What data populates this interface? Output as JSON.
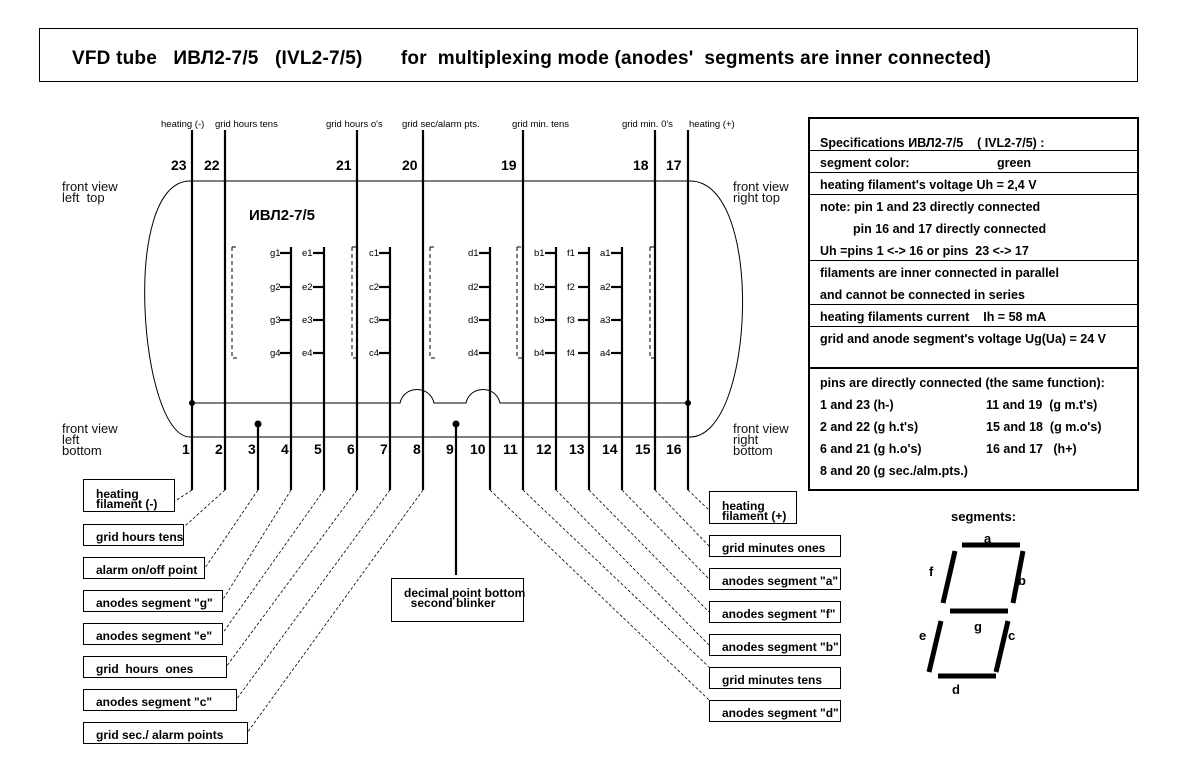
{
  "title": "VFD tube   ИВЛ2-7/5   (IVL2-7/5)       for  multiplexing mode (anodes'  segments are inner connected)",
  "tube_name": "ИВЛ2-7/5",
  "views": {
    "front_left_top": "front view\nleft  top",
    "front_right_top": "front view\nright top",
    "front_left_bottom": "front view\nleft\nbottom",
    "front_right_bottom": "front view\nright\nbottom"
  },
  "top_lead_labels": {
    "heating_minus": "heating (-)",
    "grid_hours_tens": "grid hours tens",
    "grid_hours_ones": "grid hours o's",
    "grid_sec_alarm": "grid sec/alarm pts.",
    "grid_min_tens": "grid min. tens",
    "grid_min_ones": "grid min. 0's",
    "heating_plus": "heating (+)"
  },
  "top_pins": [
    "23",
    "22",
    "21",
    "20",
    "19",
    "18",
    "17"
  ],
  "bottom_pins": [
    "1",
    "2",
    "3",
    "4",
    "5",
    "6",
    "7",
    "8",
    "9",
    "10",
    "11",
    "12",
    "13",
    "14",
    "15",
    "16"
  ],
  "segment_labels": {
    "col_g": [
      "g1",
      "g2",
      "g3",
      "g4"
    ],
    "col_e": [
      "e1",
      "e2",
      "e3",
      "e4"
    ],
    "col_c": [
      "c1",
      "c2",
      "c3",
      "c4"
    ],
    "col_d": [
      "d1",
      "d2",
      "d3",
      "d4"
    ],
    "col_b": [
      "b1",
      "b2",
      "b3",
      "b4"
    ],
    "col_f": [
      "f1",
      "f2",
      "f3",
      "f4"
    ],
    "col_a": [
      "a1",
      "a2",
      "a3",
      "a4"
    ]
  },
  "specs": {
    "header": "Specifications ИВЛ2-7/5    ( IVL2-7/5) :",
    "segment_color_label": "segment color:",
    "segment_color_value": "green",
    "heating_voltage": "heating filament's voltage Uh = 2,4 V",
    "note_1": "note: pin 1 and 23 directly connected",
    "note_2": "pin 16 and 17 directly connected",
    "note_3": "Uh =pins 1 <-> 16 or pins  23 <-> 17",
    "parallel_1": "filaments are inner connected in parallel",
    "parallel_2": "and cannot be connected in series",
    "heating_current": "heating filaments current    Ih = 58 mA",
    "grid_voltage": "grid and anode segment's voltage Ug(Ua) = 24 V",
    "pins_header": "pins are directly connected (the same function):",
    "pairs": [
      "1 and 23 (h-)",
      "11 and 19  (g m.t's)",
      "2 and 22 (g h.t's)",
      "15 and 18  (g m.o's)",
      "6 and 21 (g h.o's)",
      "16 and 17   (h+)",
      "8 and 20 (g sec./alm.pts.)"
    ]
  },
  "left_boxes": [
    "heating\nfilament (-)",
    "grid hours tens",
    "alarm on/off point",
    "anodes segment \"g\"",
    "anodes segment \"e\"",
    "grid  hours  ones",
    "anodes segment \"c\"",
    "grid sec./ alarm points"
  ],
  "center_box": "decimal point bottom\n  second blinker",
  "right_boxes": [
    "heating\nfilament (+)",
    "grid minutes ones",
    "anodes segment \"a\"",
    "anodes segment \"f\"",
    "anodes segment \"b\"",
    "grid minutes tens",
    "anodes segment \"d\""
  ],
  "segments_title": "segments:",
  "seven_segment_labels": [
    "a",
    "b",
    "c",
    "d",
    "e",
    "f",
    "g"
  ]
}
